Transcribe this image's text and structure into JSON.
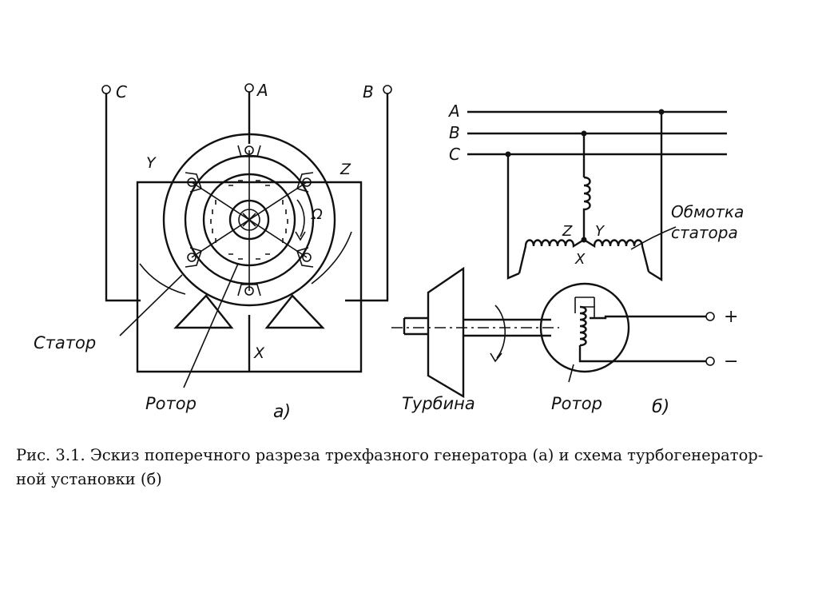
{
  "figure_a": {
    "terminals": {
      "c": "C",
      "a": "A",
      "b": "B"
    },
    "phase_ends": {
      "y": "Y",
      "z": "Z",
      "x": "X"
    },
    "rotation": "Ω",
    "stator_label": "Статор",
    "rotor_label": "Ротор",
    "panel_label": "а)"
  },
  "figure_b": {
    "buses": {
      "a": "A",
      "b": "B",
      "c": "C"
    },
    "star_ends": {
      "z": "Z",
      "y": "Y",
      "x": "X"
    },
    "winding_label_line1": "Обмотка",
    "winding_label_line2": "статора",
    "turbine_label": "Турбина",
    "rotor_label": "Ротор",
    "plus": "+",
    "minus": "−",
    "panel_label": "б)"
  },
  "caption": {
    "line1": "Рис. 3.1. Эскиз поперечного разреза трехфазного генератора (а) и схема турбогенератор-",
    "line2": "ной установки (б)"
  }
}
